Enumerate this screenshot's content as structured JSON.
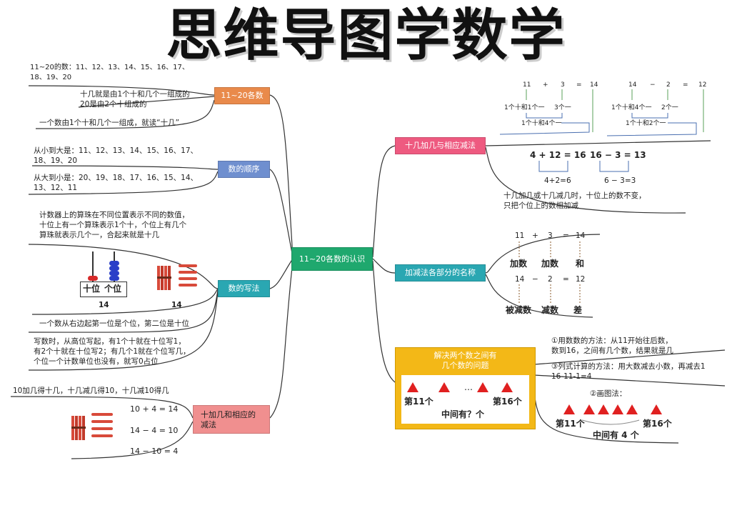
{
  "title": "思维导图学数学",
  "center": "11~20各数的认识",
  "branches": {
    "b1": "11~20各数",
    "b2": "数的顺序",
    "b3": "数的写法",
    "b4": "十加几和相应的减法",
    "b5": "十几加几与相应减法",
    "b6": "加减法各部分的名称",
    "b7": "解决两个数之间有几个数的问题"
  },
  "left": {
    "n1_l1": "11~20的数：11、12、13、14、15、16、17、",
    "n1_l2": "18、19、20",
    "n1_l3": "十几就是由1个十和几个一组成的",
    "n1_l4": "20是由2个十组成的",
    "n1_l5": "一个数由1个十和几个一组成，就读“十几”",
    "n2_l1": "从小到大是：11、12、13、14、15、16、17、",
    "n2_l2": "18、19、20",
    "n2_l3": "从大到小是：20、19、18、17、16、15、14、",
    "n2_l4": "13、12、11",
    "n3_l1": "计数器上的算珠在不同位置表示不同的数值，",
    "n3_l2": "十位上有一个算珠表示1个十，个位上有几个",
    "n3_l3": "算珠就表示几个一，合起来就是十几",
    "abacus_tens": "十位",
    "abacus_ones": "个位",
    "abacus_num": "14",
    "sticks_num": "14",
    "n3_l4": "一个数从右边起第一位是个位，第二位是十位",
    "n3_l5": "写数时，从高位写起，有1个十就在十位写1，",
    "n3_l6": "有2个十就在十位写2；有几个1就在个位写几，",
    "n3_l7": "个位一个计数单位也没有，就写0占位",
    "n4_l1": "10加几得十几，十几减几得10，十几减10得几",
    "eq1": "10 + 4 = 14",
    "eq2": "14 − 4 = 10",
    "eq3": "14 − 10 = 4"
  },
  "right": {
    "r1_a": "11",
    "r1_plus": "+",
    "r1_3": "3",
    "r1_eq": "=",
    "r1_14": "14",
    "r1_b1": "1个十和1个一",
    "r1_b2": "3个一",
    "r1_c": "1个十和4个一",
    "r2_a": "14",
    "r2_minus": "−",
    "r2_2": "2",
    "r2_eq": "=",
    "r2_12": "12",
    "r2_b1": "1个十和4个一",
    "r2_b2": "2个一",
    "r2_c": "1个十和2个一",
    "e1": "4 + 12 = 16",
    "e1s": "4+2=6",
    "e2": "16 − 3 = 13",
    "e2s": "6 − 3=3",
    "r_note1": "十几加几或十几减几时，十位上的数不变，",
    "r_note2": "只把个位上的数相加减",
    "p1": "11",
    "p2": "+",
    "p3": "3",
    "p4": "=",
    "p5": "14",
    "p_l1": "加数",
    "p_l2": "加数",
    "p_l3": "和",
    "m1": "14",
    "m2": "−",
    "m3": "2",
    "m4": "=",
    "m5": "12",
    "m_l1": "被减数",
    "m_l2": "减数",
    "m_l3": "差",
    "box_t1": "解决两个数之间有",
    "box_t2": "几个数的问题",
    "box_dots": "…",
    "box_l": "第11个",
    "box_r": "第16个",
    "box_mid": "中间有？个",
    "s1_l1": "①用数数的方法：从11开始往后数，",
    "s1_l2": "数到16，之间有几个数，结果就是几",
    "s3_l1": "③列式计算的方法：用大数减去小数，再减去1",
    "s3_l2": "16-11-1=4",
    "s2": "②画图法：",
    "d_l": "第11个",
    "d_r": "第16个",
    "d_mid": "中间有 4 个"
  }
}
